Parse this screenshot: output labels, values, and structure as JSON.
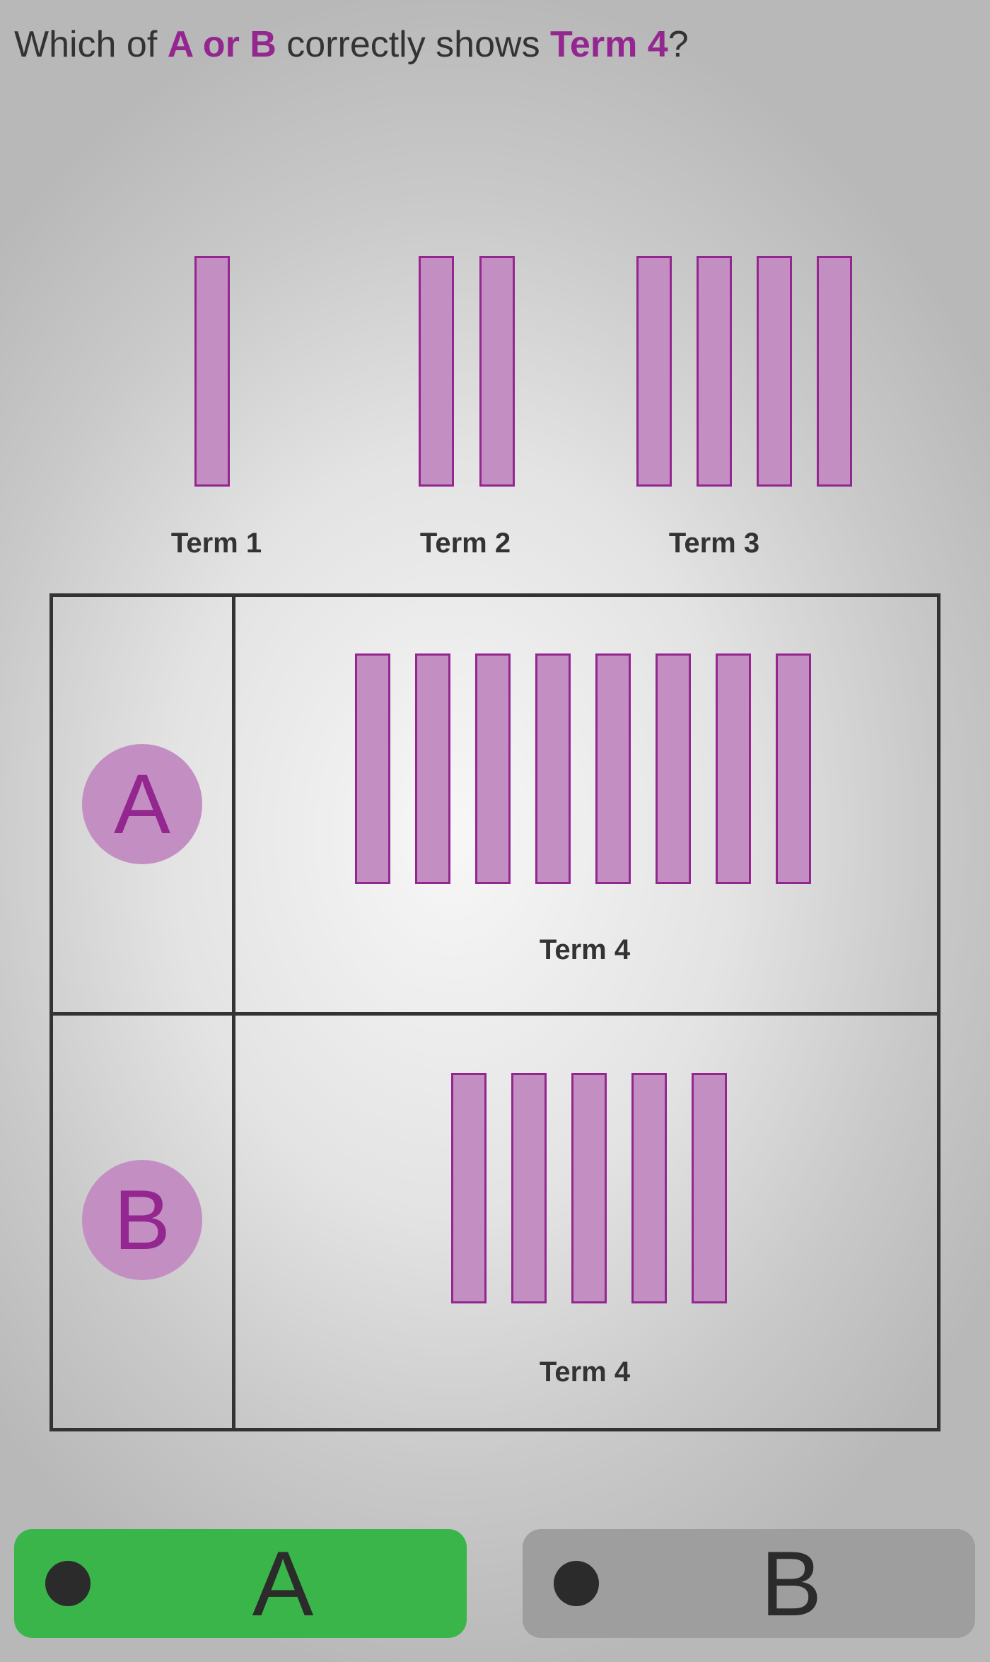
{
  "question": {
    "prefix": "Which of ",
    "highlight1": "A or B",
    "middle": " correctly shows ",
    "highlight2": "Term 4",
    "suffix": "?"
  },
  "sequence": [
    {
      "label": "Term 1",
      "stick_count": 1
    },
    {
      "label": "Term 2",
      "stick_count": 2
    },
    {
      "label": "Term 3",
      "stick_count": 4
    }
  ],
  "options": [
    {
      "badge": "A",
      "label": "Term 4",
      "stick_count": 8
    },
    {
      "badge": "B",
      "label": "Term 4",
      "stick_count": 5
    }
  ],
  "answers": [
    {
      "letter": "A",
      "color": "#39b54a"
    },
    {
      "letter": "B",
      "color": "#9e9e9e"
    }
  ],
  "colors": {
    "accent": "#93278f",
    "stick_fill": "#c38fc2",
    "text": "#333333"
  }
}
